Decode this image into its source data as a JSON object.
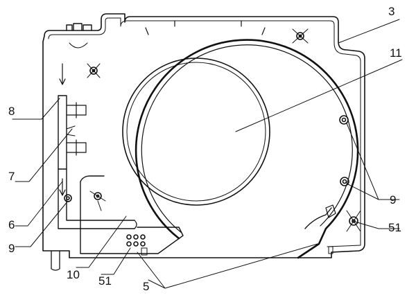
{
  "figure": {
    "colors": {
      "ink": "#111111",
      "paper": "#ffffff"
    },
    "labels": [
      {
        "id": "3",
        "text": "3"
      },
      {
        "id": "11",
        "text": "11"
      },
      {
        "id": "8",
        "text": "8"
      },
      {
        "id": "7",
        "text": "7"
      },
      {
        "id": "6",
        "text": "6"
      },
      {
        "id": "9-left",
        "text": "9"
      },
      {
        "id": "9-right",
        "text": "9"
      },
      {
        "id": "10",
        "text": "10"
      },
      {
        "id": "51-bottom",
        "text": "51"
      },
      {
        "id": "51-right",
        "text": "51"
      },
      {
        "id": "5",
        "text": "5"
      }
    ]
  }
}
